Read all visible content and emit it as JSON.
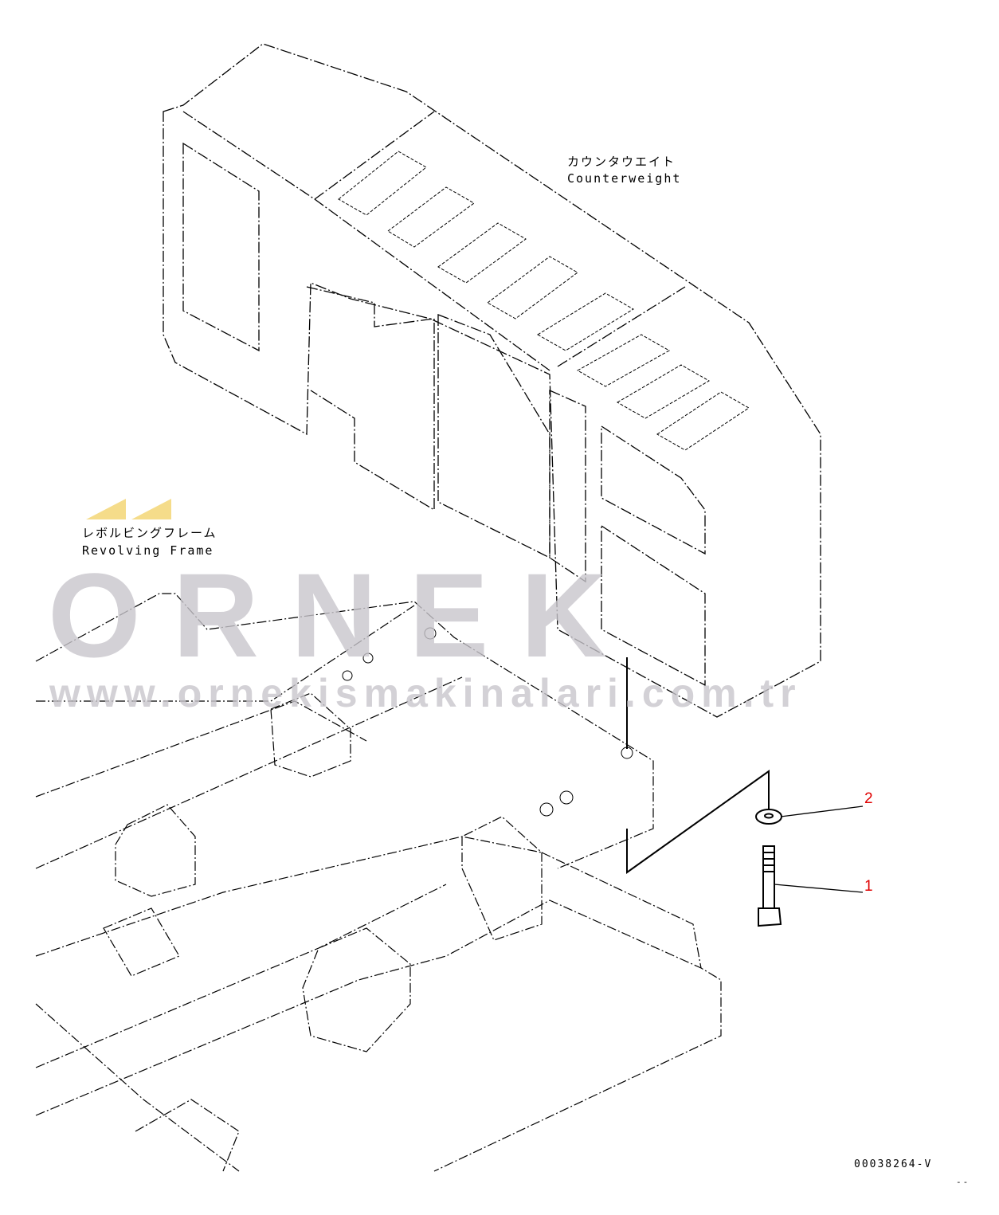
{
  "labels": {
    "counterweight_jp": "カウンタウエイト",
    "counterweight_en": "Counterweight",
    "frame_jp": "レボルビングフレーム",
    "frame_en": "Revolving Frame"
  },
  "callouts": [
    {
      "number": "1",
      "part": "bolt"
    },
    {
      "number": "2",
      "part": "washer"
    }
  ],
  "callout_color": "#e00000",
  "drawing_number": "00038264-V",
  "corner_mark": "--",
  "watermark": {
    "brand": "ORNEK",
    "url": "www.ornekismakinalari.com.tr",
    "color": "#c9c6cc",
    "accent": "#f5dc8a"
  }
}
